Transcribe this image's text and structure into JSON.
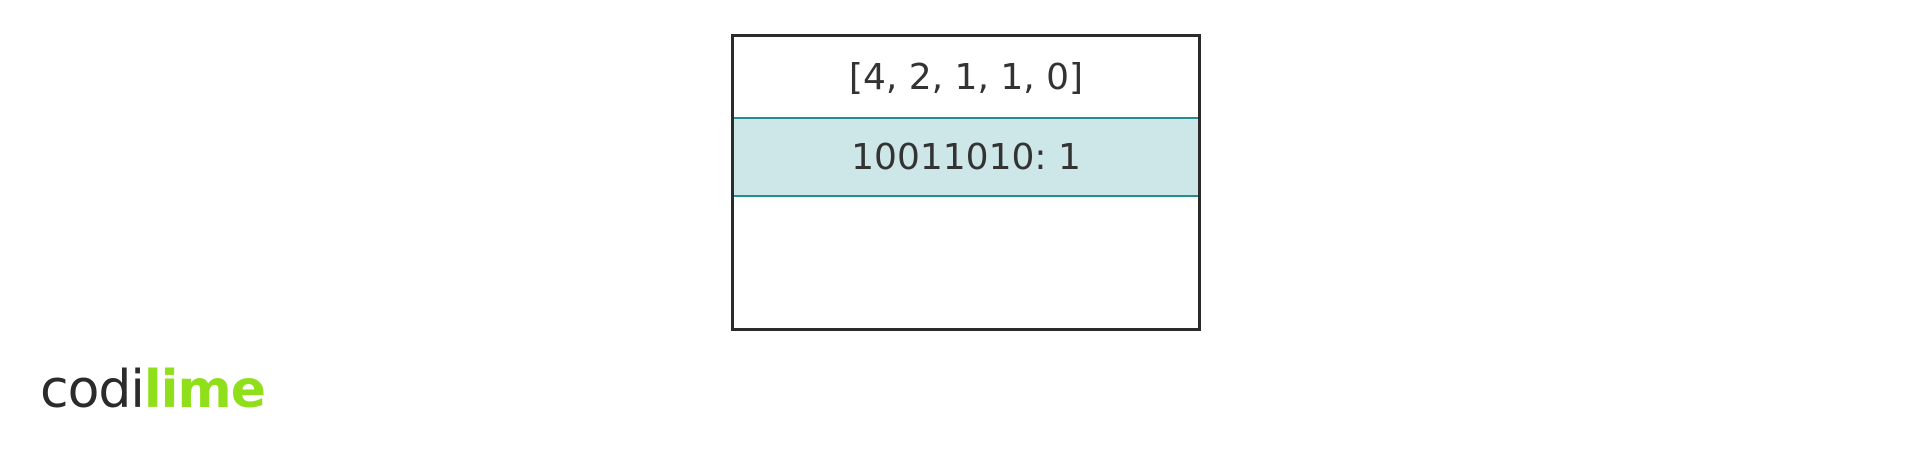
{
  "diagram": {
    "array_label": "[4, 2, 1, 1, 0]",
    "entry_label": "10011010: 1"
  },
  "logo": {
    "part_dark": "codi",
    "part_green": "lime"
  },
  "colors": {
    "highlight_fill": "#cde7e9",
    "highlight_border": "#1f8f91",
    "brand_green": "#8fe01a",
    "brand_dark": "#2b2b2b"
  }
}
